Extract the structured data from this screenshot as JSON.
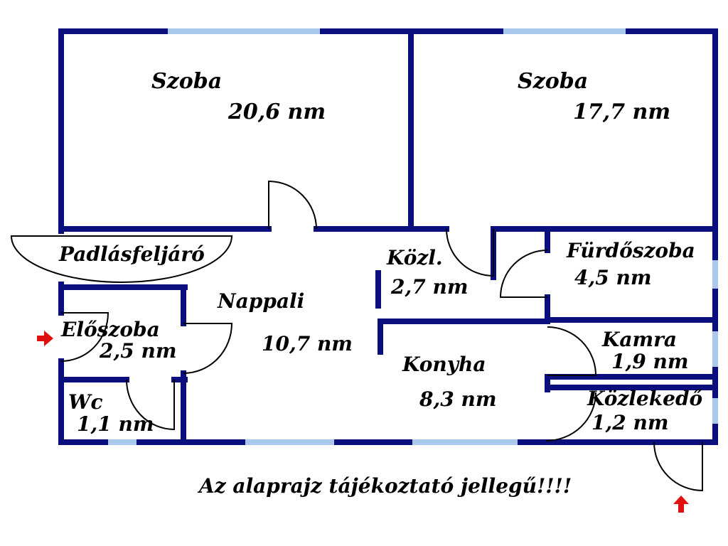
{
  "rooms": {
    "szoba1": {
      "name": "Szoba",
      "area": "20,6 nm"
    },
    "szoba2": {
      "name": "Szoba",
      "area": "17,7 nm"
    },
    "padlas": {
      "name": "Padlásfeljáró"
    },
    "kozl": {
      "name": "Közl.",
      "area": "2,7 nm"
    },
    "furdo": {
      "name": "Fürdőszoba",
      "area": "4,5 nm"
    },
    "nappali": {
      "name": "Nappali",
      "area": "10,7 nm"
    },
    "eloszoba": {
      "name": "Előszoba",
      "area": "2,5 nm"
    },
    "kamra": {
      "name": "Kamra",
      "area": "1,9 nm"
    },
    "konyha": {
      "name": "Konyha",
      "area": "8,3 nm"
    },
    "kozlekedo": {
      "name": "Közlekedő",
      "area": "1,2 nm"
    },
    "wc": {
      "name": "Wc",
      "area": "1,1 nm"
    }
  },
  "note": "Az alaprajz tájékoztató jellegű!!!!",
  "colors": {
    "wall": "#0a0f7d",
    "window": "#a9c9ec",
    "entrance_arrow": "#e01010"
  }
}
